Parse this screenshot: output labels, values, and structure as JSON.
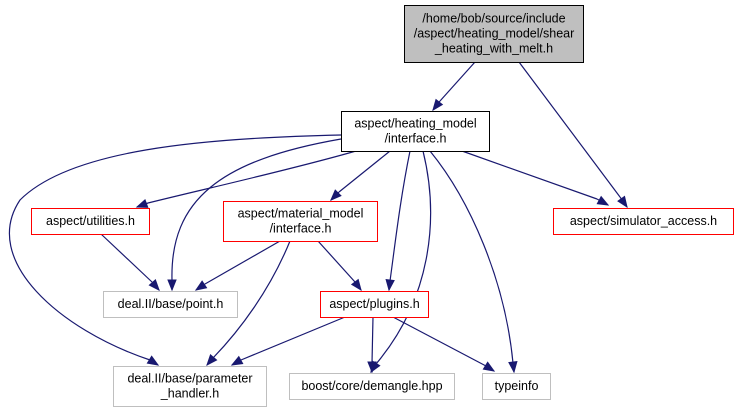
{
  "graph": {
    "type": "include-dependency-graph",
    "colors": {
      "root_fill": "#bfbfbf",
      "root_border": "#000000",
      "documented_border": "#ff0000",
      "external_border": "#bfbfbf",
      "plain_border": "#000000",
      "edge": "#191970"
    },
    "nodes": [
      {
        "id": "root",
        "kind": "root",
        "lines": [
          "/home/bob/source/include",
          "/aspect/heating_model/shear",
          "_heating_with_melt.h"
        ]
      },
      {
        "id": "hm_interface",
        "kind": "plain",
        "lines": [
          "aspect/heating_model",
          "/interface.h"
        ]
      },
      {
        "id": "utilities",
        "kind": "documented",
        "lines": [
          "aspect/utilities.h"
        ]
      },
      {
        "id": "mm_interface",
        "kind": "documented",
        "lines": [
          "aspect/material_model",
          "/interface.h"
        ]
      },
      {
        "id": "simulator_access",
        "kind": "documented",
        "lines": [
          "aspect/simulator_access.h"
        ]
      },
      {
        "id": "point",
        "kind": "external",
        "lines": [
          "deal.II/base/point.h"
        ]
      },
      {
        "id": "plugins",
        "kind": "documented",
        "lines": [
          "aspect/plugins.h"
        ]
      },
      {
        "id": "param_handler",
        "kind": "external",
        "lines": [
          "deal.II/base/parameter",
          "_handler.h"
        ]
      },
      {
        "id": "demangle",
        "kind": "external",
        "lines": [
          "boost/core/demangle.hpp"
        ]
      },
      {
        "id": "typeinfo",
        "kind": "external",
        "lines": [
          "typeinfo"
        ]
      }
    ],
    "edges": [
      {
        "from": "root",
        "to": "hm_interface"
      },
      {
        "from": "root",
        "to": "simulator_access"
      },
      {
        "from": "hm_interface",
        "to": "utilities"
      },
      {
        "from": "hm_interface",
        "to": "mm_interface"
      },
      {
        "from": "hm_interface",
        "to": "simulator_access"
      },
      {
        "from": "hm_interface",
        "to": "point"
      },
      {
        "from": "hm_interface",
        "to": "plugins"
      },
      {
        "from": "hm_interface",
        "to": "param_handler"
      },
      {
        "from": "hm_interface",
        "to": "demangle"
      },
      {
        "from": "hm_interface",
        "to": "typeinfo"
      },
      {
        "from": "utilities",
        "to": "point"
      },
      {
        "from": "mm_interface",
        "to": "point"
      },
      {
        "from": "mm_interface",
        "to": "plugins"
      },
      {
        "from": "mm_interface",
        "to": "param_handler"
      },
      {
        "from": "plugins",
        "to": "param_handler"
      },
      {
        "from": "plugins",
        "to": "demangle"
      },
      {
        "from": "plugins",
        "to": "typeinfo"
      }
    ]
  }
}
